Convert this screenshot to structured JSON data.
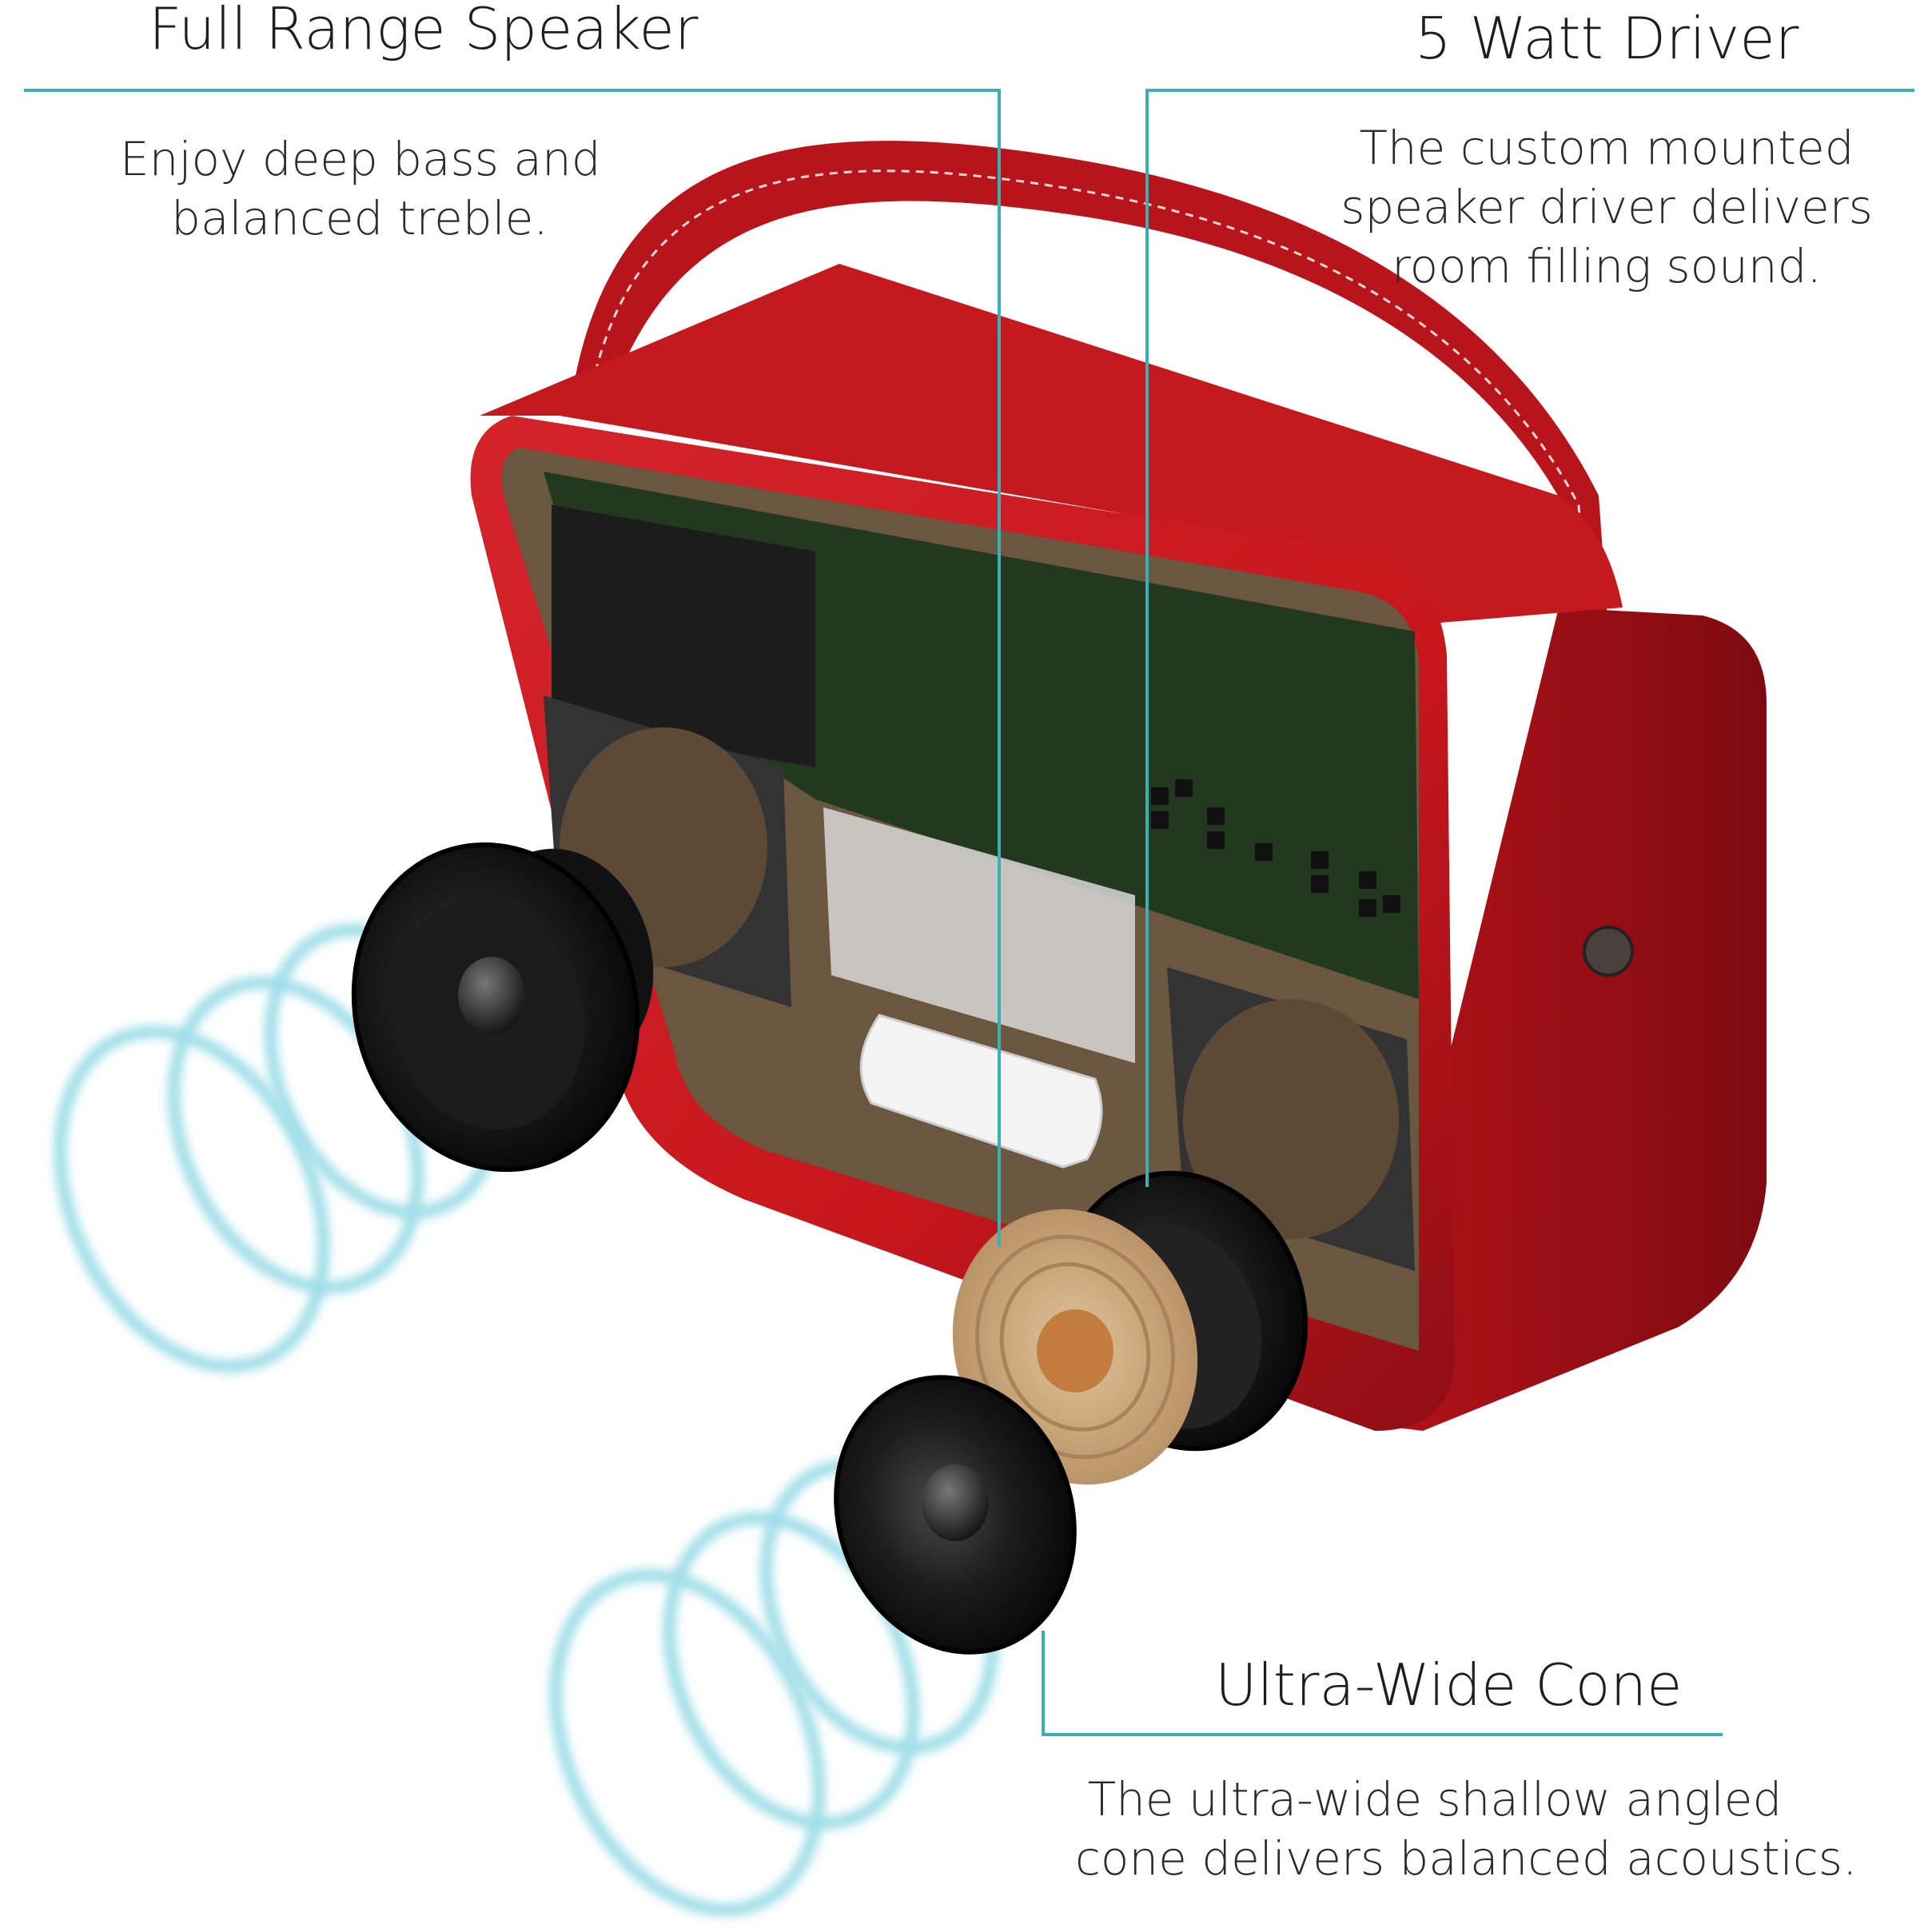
{
  "callouts": {
    "full_range": {
      "title": "Full Range Speaker",
      "desc_lines": [
        "Enjoy deep bass and",
        "balanced treble."
      ]
    },
    "watt_driver": {
      "title": "5 Watt Driver",
      "desc_lines": [
        "The custom mounted",
        "speaker driver delivers",
        "room filling sound."
      ]
    },
    "cone": {
      "title": "Ultra-Wide Cone",
      "desc_lines": [
        "The ultra-wide shallow angled",
        "cone delivers balanced acoustics."
      ]
    }
  },
  "colors": {
    "leader_line": "#3ab0b3",
    "case_red": "#c8161d",
    "case_red_dark": "#8e0e14",
    "inner_board": "#6b5640",
    "pcb_green": "#22381f",
    "speaker_black": "#151515",
    "cone_tan": "#c9a57a",
    "wave_cyan": "#7fd3e0"
  }
}
